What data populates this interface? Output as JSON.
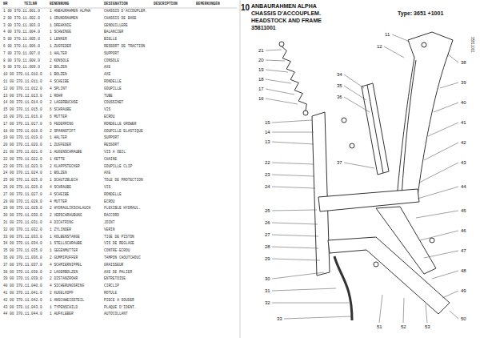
{
  "diagram": {
    "labels": [
      "10",
      "ANBAURAHMEN ALPHA",
      "CHASSIS D'ACCOUPLEM.",
      "HEADSTOCK AND FRAME",
      "35811001",
      "Type: 3651 +1001",
      "NR",
      "TEILNR",
      "BENENNUNG",
      "DESIGNATION",
      "DESCRIPTION",
      "BEMERKUNGEN",
      "1 00 370.11.001.0",
      "1 ANBAURAHMEN ALPHA",
      "CHASSIS D'ACCOUPLEM.",
      "2 00 370.11.002.0",
      "1 GRUNDRAHMEN",
      "CHASSIS DE BASE",
      "3 00 370.11.003.0",
      "1 DREHKNIE",
      "GENOUILLERE",
      "4 00 370.11.004.0",
      "1 SCHWINGE",
      "BALANCIER",
      "5 00 370.11.005.0",
      "1 LENKER",
      "BIELLE",
      "6 00 370.11.006.0",
      "1 ZUGFEDER",
      "RESSORT DE TRACTION",
      "7 00 370.11.007.0",
      "1 HALTER",
      "SUPPORT",
      "8 00 370.11.008.0",
      "2 KONSOLE",
      "CONSOLE",
      "9 00 370.11.009.0",
      "2 BOLZEN",
      "AXE",
      "10 00 370.11.010.0",
      "1 BOLZEN",
      "AXE",
      "11 00 370.11.011.0",
      "4 SCHEIBE",
      "RONDELLE",
      "12 00 370.11.012.0",
      "4 SPLINT",
      "GOUPILLE",
      "13 00 370.11.013.0",
      "1 ROHR",
      "TUBE",
      "14 00 370.11.014.0",
      "2 LAGERBUCHSE",
      "COUSSINET",
      "15 00 370.11.015.0",
      "6 SCHRAUBE",
      "VIS",
      "16 00 370.11.016.0",
      "6 MUTTER",
      "ECROU",
      "17 00 370.11.017.0",
      "6 FEDERRING",
      "RONDELLE GROWER",
      "18 00 370.11.018.0",
      "2 SPANNSTIFT",
      "GOUPILLE ELASTIQUE",
      "19 00 370.11.019.0",
      "1 HALTER",
      "SUPPORT",
      "20 00 370.11.020.0",
      "1 ZUGFEDER",
      "RESSORT",
      "21 00 370.11.021.0",
      "1 AUGENSCHRAUBE",
      "VIS A OEIL",
      "22 00 370.11.022.0",
      "1 KETTE",
      "CHAINE",
      "23 00 370.11.023.0",
      "2 KLAPPSTECKER",
      "GOUPILLE CLIP",
      "24 00 370.11.024.0",
      "1 BOLZEN",
      "AXE",
      "25 00 370.11.025.0",
      "1 SCHUTZBLECH",
      "TOLE DE PROTECTION",
      "26 00 370.11.026.0",
      "4 SCHRAUBE",
      "VIS",
      "27 00 370.11.027.0",
      "4 SCHEIBE",
      "RONDELLE",
      "28 00 370.11.028.0",
      "4 MUTTER",
      "ECROU",
      "29 00 370.11.029.0",
      "2 HYDRAULIKSCHLAUCH",
      "FLEXIBLE HYDRAUL.",
      "30 00 370.11.030.0",
      "2 VERSCHRAUBUNG",
      "RACCORD",
      "31 00 370.11.031.0",
      "4 DICHTRING",
      "JOINT",
      "32 00 370.11.032.0",
      "1 ZYLINDER",
      "VERIN",
      "33 00 370.11.033.0",
      "1 KOLBENSTANGE",
      "TIGE DE PISTON",
      "34 00 370.11.034.0",
      "1 STELLSCHRAUBE",
      "VIS DE REGLAGE",
      "35 00 370.11.035.0",
      "1 GEGENMUTTER",
      "CONTRE-ECROU",
      "36 00 370.11.036.0",
      "2 GUMMIPUFFER",
      "TAMPON CAOUTCHOUC",
      "37 00 370.11.037.0",
      "4 SCHMIERNIPPEL",
      "GRAISSEUR",
      "38 00 370.11.038.0",
      "2 LAGERBOLZEN",
      "AXE DE PALIER",
      "39 00 370.11.039.0",
      "2 DISTANZROHR",
      "ENTRETOISE",
      "40 00 370.11.040.0",
      "4 SICHERUNGSRING",
      "CIRCLIP",
      "41 00 370.11.041.0",
      "2 KUGELKOPF",
      "ROTULE",
      "42 00 370.11.042.0",
      "1 ANSCHWEISSTEIL",
      "PIECE A SOUDER",
      "43 00 370.11.043.0",
      "1 TYPENSCHILD",
      "PLAQUE D'IDENT.",
      "44 00 370.11.044.0",
      "1 AUFKLEBER",
      "AUTOCOLLANT",
      "21",
      "20",
      "19",
      "18",
      "17",
      "16",
      "15",
      "14",
      "13",
      "22",
      "23",
      "24",
      "25",
      "26",
      "27",
      "28",
      "29",
      "30",
      "31",
      "32",
      "33",
      "11",
      "12",
      "34",
      "35",
      "36",
      "37",
      "38",
      "39",
      "40",
      "41",
      "42",
      "43",
      "44",
      "45",
      "46",
      "47",
      "48",
      "49",
      "50",
      "51",
      "52",
      "53",
      "35811001"
    ]
  }
}
